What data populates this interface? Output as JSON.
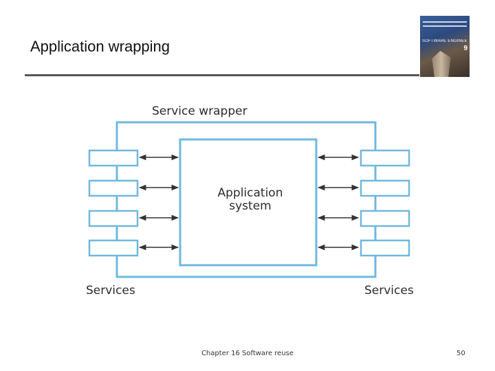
{
  "slide": {
    "title": "Application wrapping"
  },
  "book_cover": {
    "caption": "SOFTWARE ENGINEERING",
    "edition": "9"
  },
  "diagram": {
    "wrapper_label": "Service wrapper",
    "system_label_line1": "Application",
    "system_label_line2": "system",
    "left_services_label": "Services",
    "right_services_label": "Services",
    "service_count_per_side": 4
  },
  "footer": {
    "chapter": "Chapter 16 Software reuse",
    "page_number": "50"
  },
  "colors": {
    "wrapper_border": "#6fb8de",
    "system_fill": "#ffffff",
    "arrow": "#333333",
    "rule": "#555555"
  }
}
